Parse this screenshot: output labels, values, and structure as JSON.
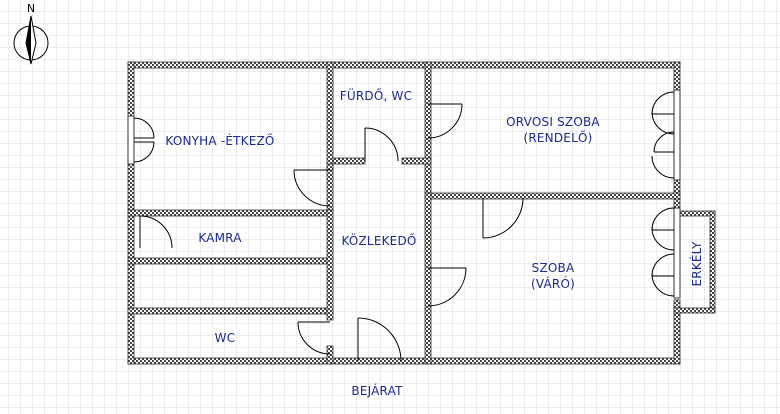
{
  "compass": {
    "letter": "N"
  },
  "rooms": {
    "konyha": "KONYHA -ÉTKEZŐ",
    "furdo": "FÜRDŐ, WC",
    "orvosi_line1": "ORVOSI SZOBA",
    "orvosi_line2": "(RENDELŐ)",
    "kamra": "KAMRA",
    "kozlekedo": "KÖZLEKEDŐ",
    "szoba_line1": "SZOBA",
    "szoba_line2": "(VÁRÓ)",
    "erkely": "ERKÉLY",
    "wc": "WC"
  },
  "entrance": "BEJÁRAT",
  "colors": {
    "grid_minor": "#c9c9c9",
    "grid_major": "#a9a9a9",
    "wall": "#555555",
    "label": "#1c2a8c"
  }
}
